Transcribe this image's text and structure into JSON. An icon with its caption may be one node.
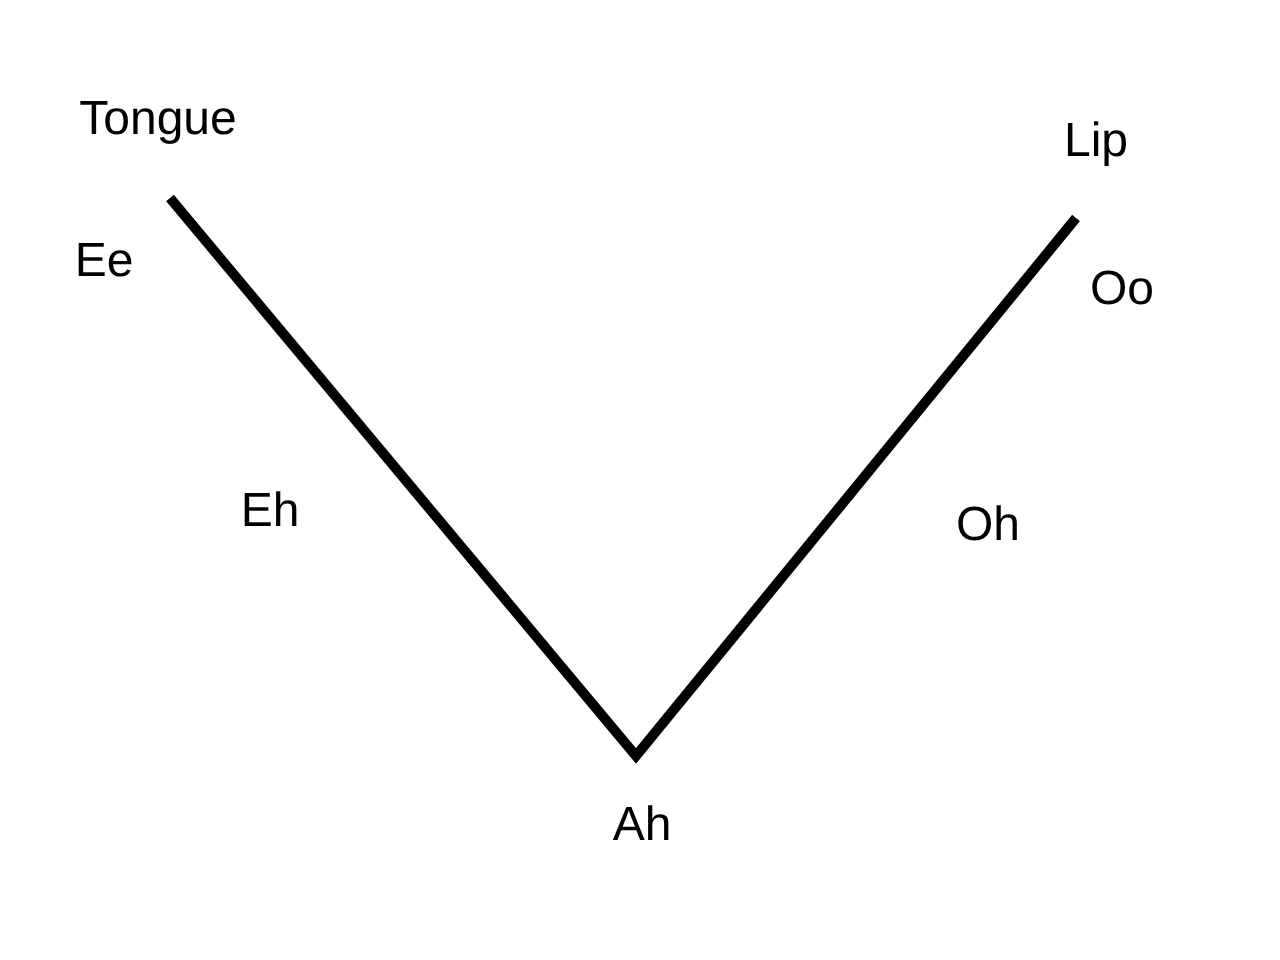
{
  "diagram": {
    "labels": [
      "Tongue",
      "Lip",
      "Ee",
      "Oo",
      "Eh",
      "Oh",
      "Ah"
    ]
  }
}
